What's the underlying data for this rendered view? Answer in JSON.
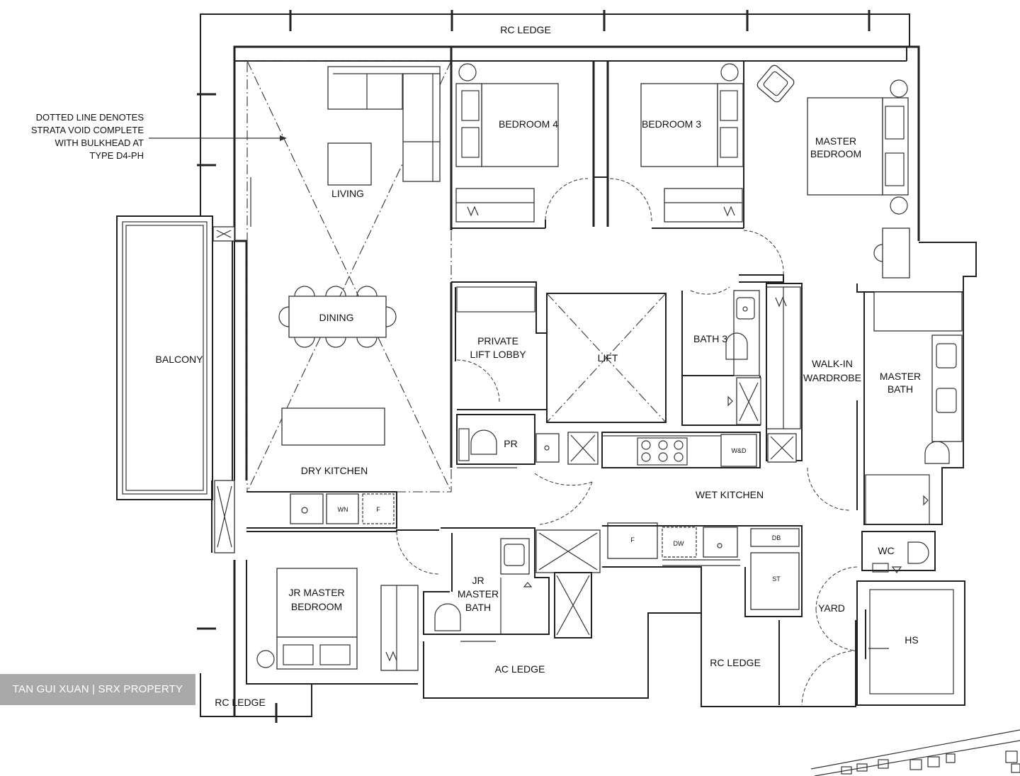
{
  "note": {
    "line1": "DOTTED LINE DENOTES",
    "line2": "STRATA VOID COMPLETE",
    "line3": "WITH BULKHEAD AT",
    "line4": "TYPE D4-PH"
  },
  "rooms": {
    "rc_ledge_top": "RC LEDGE",
    "living": "LIVING",
    "bedroom4": "BEDROOM 4",
    "bedroom3": "BEDROOM 3",
    "master_bedroom_1": "MASTER",
    "master_bedroom_2": "BEDROOM",
    "balcony": "BALCONY",
    "dining": "DINING",
    "private_lift_lobby_1": "PRIVATE",
    "private_lift_lobby_2": "LIFT LOBBY",
    "lift": "LIFT",
    "bath3": "BATH 3",
    "walkin_wardrobe_1": "WALK-IN",
    "walkin_wardrobe_2": "WARDROBE",
    "master_bath_1": "MASTER",
    "master_bath_2": "BATH",
    "pr": "PR",
    "dry_kitchen": "DRY KITCHEN",
    "wet_kitchen": "WET KITCHEN",
    "jr_master_bedroom_1": "JR MASTER",
    "jr_master_bedroom_2": "BEDROOM",
    "jr_master_bath_1": "JR",
    "jr_master_bath_2": "MASTER",
    "jr_master_bath_3": "BATH",
    "wc": "WC",
    "yard": "YARD",
    "hs": "HS",
    "ac_ledge": "AC LEDGE",
    "rc_ledge_right": "RC LEDGE",
    "rc_ledge_bottom": "RC LEDGE"
  },
  "fixtures": {
    "wn": "WN",
    "f1": "F",
    "wd": "W&D",
    "f2": "F",
    "dw": "DW",
    "db": "DB",
    "st": "ST"
  },
  "watermark": "TAN GUI XUAN | SRX PROPERTY"
}
